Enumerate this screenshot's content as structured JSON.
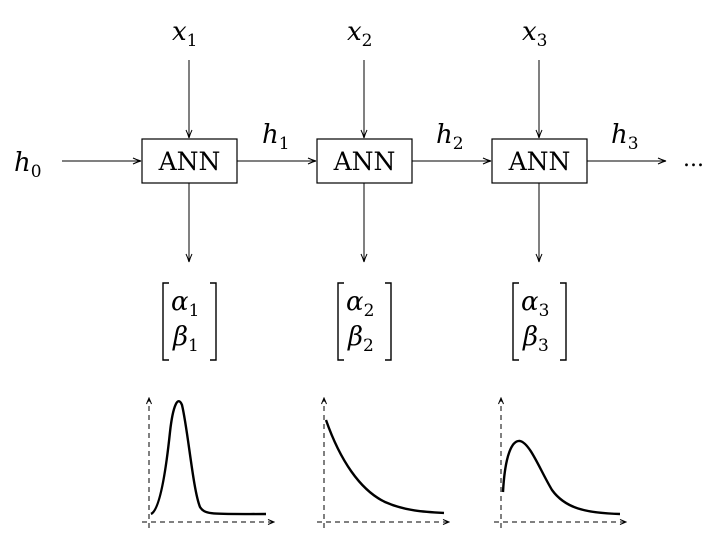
{
  "initial_state": {
    "base": "h",
    "sub": "0"
  },
  "ellipsis": "...",
  "steps": [
    {
      "input": {
        "base": "x",
        "sub": "1"
      },
      "block": "ANN",
      "hidden": {
        "base": "h",
        "sub": "1"
      },
      "params": [
        {
          "base": "α",
          "sub": "1"
        },
        {
          "base": "β",
          "sub": "1"
        }
      ],
      "dist_shape": "sharp-peak"
    },
    {
      "input": {
        "base": "x",
        "sub": "2"
      },
      "block": "ANN",
      "hidden": {
        "base": "h",
        "sub": "2"
      },
      "params": [
        {
          "base": "α",
          "sub": "2"
        },
        {
          "base": "β",
          "sub": "2"
        }
      ],
      "dist_shape": "exponential-decay"
    },
    {
      "input": {
        "base": "x",
        "sub": "3"
      },
      "block": "ANN",
      "hidden": {
        "base": "h",
        "sub": "3"
      },
      "params": [
        {
          "base": "α",
          "sub": "3"
        },
        {
          "base": "β",
          "sub": "3"
        }
      ],
      "dist_shape": "skewed-peak"
    }
  ]
}
